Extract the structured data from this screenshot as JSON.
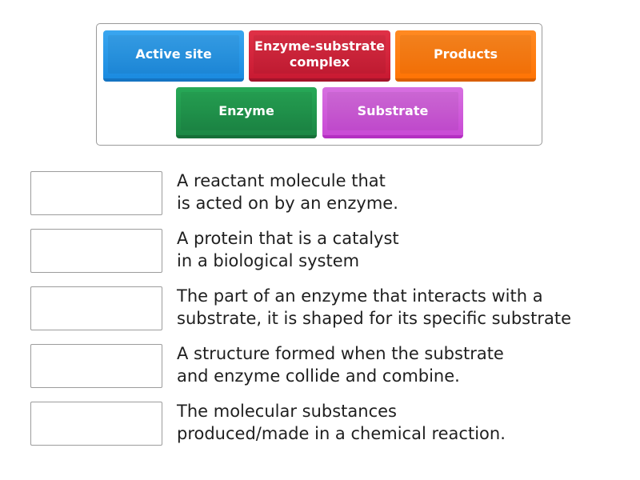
{
  "tiles": [
    {
      "label": "Active site",
      "color": "#1e90e6"
    },
    {
      "label": "Enzyme-substrate complex",
      "color": "#d41f3a"
    },
    {
      "label": "Products",
      "color": "#ff7a0b"
    },
    {
      "label": "Enzyme",
      "color": "#1f9a4c"
    },
    {
      "label": "Substrate",
      "color": "#cc55d8"
    }
  ],
  "definitions": [
    {
      "text": "A reactant molecule that\nis acted on by an enzyme.",
      "answer": ""
    },
    {
      "text": "A protein that is a catalyst\nin a biological system",
      "answer": ""
    },
    {
      "text": "The part of an enzyme that interacts with a\nsubstrate, it is shaped for its specific substrate",
      "answer": ""
    },
    {
      "text": "A structure formed when the substrate\nand enzyme collide and combine.",
      "answer": ""
    },
    {
      "text": "The molecular substances\nproduced/made in a chemical reaction.",
      "answer": ""
    }
  ]
}
